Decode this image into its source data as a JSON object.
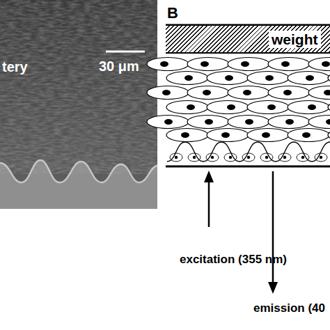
{
  "diagram": {
    "nodes": [
      {
        "text": [
          "weight"
        ]
      }
    ],
    "labels": [
      "tery",
      "30 μm",
      "B",
      "excitation (355 nm)",
      "emission (40"
    ]
  }
}
